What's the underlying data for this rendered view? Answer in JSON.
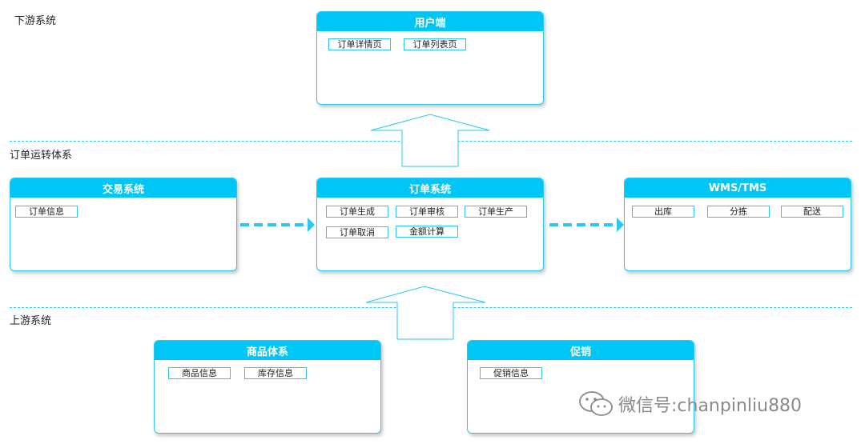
{
  "sections": {
    "downstream": "下游系统",
    "order_flow": "订单运转体系",
    "upstream": "上游系统"
  },
  "boxes": {
    "user_end": {
      "title": "用户端",
      "items": [
        "订单详情页",
        "订单列表页"
      ]
    },
    "trade": {
      "title": "交易系统",
      "items": [
        "订单信息"
      ]
    },
    "order": {
      "title": "订单系统",
      "items": [
        "订单生成",
        "订单审核",
        "订单生产",
        "订单取消",
        "金额计算"
      ]
    },
    "wms": {
      "title": "WMS/TMS",
      "items": [
        "出库",
        "分拣",
        "配送"
      ]
    },
    "product": {
      "title": "商品体系",
      "items": [
        "商品信息",
        "库存信息"
      ]
    },
    "promo": {
      "title": "促销",
      "items": [
        "促销信息"
      ]
    }
  },
  "watermark": {
    "text": "微信号:chanpinliu880",
    "icon": "wechat-icon"
  },
  "colors": {
    "accent": "#00c6f6",
    "border": "#29c7f2",
    "arrow": "#29c7f2"
  }
}
